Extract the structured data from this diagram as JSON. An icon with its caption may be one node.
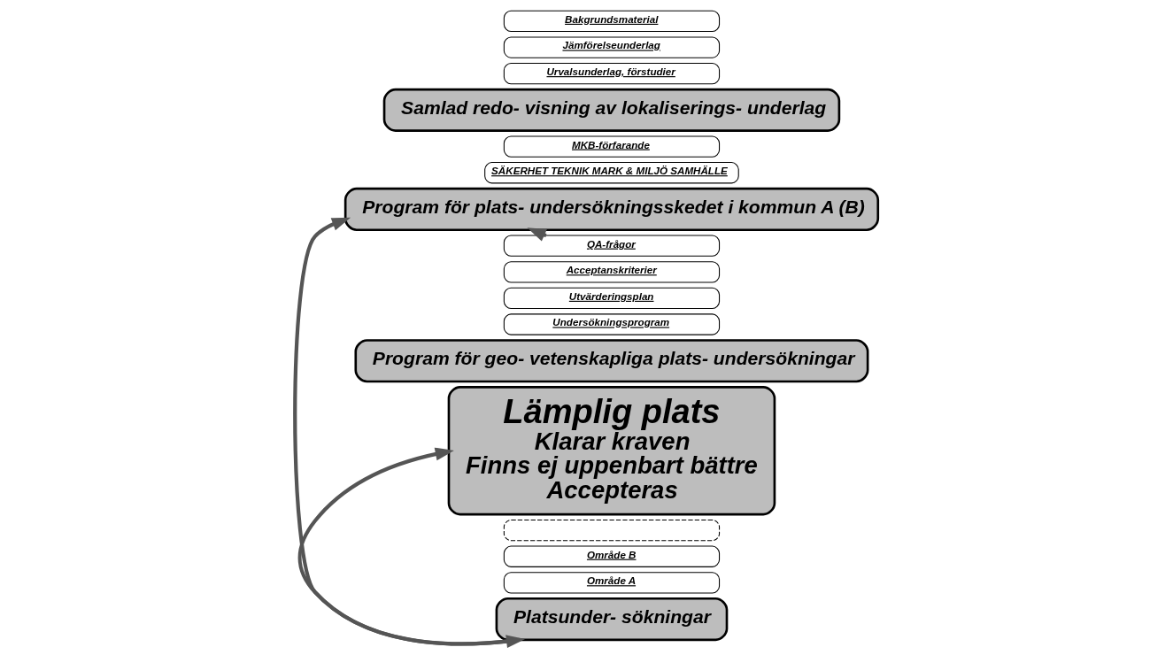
{
  "diagram": {
    "nodes": [
      {
        "text": [
          "Bakgrundsmaterial"
        ]
      },
      {
        "text": [
          "Jämförelseunderlag"
        ]
      },
      {
        "text": [
          "Urvalsunderlag, förstudier"
        ]
      },
      {
        "text": [
          "Samlad redo- visning av lokaliserings- underlag"
        ]
      },
      {
        "text": [
          "MKB-förfarande"
        ]
      },
      {
        "text": [
          "SÄKERHET TEKNIK MARK & MILJÖ SAMHÄLLE"
        ]
      },
      {
        "text": [
          "Program för plats- undersökningsskedet i kommun A (B)"
        ]
      },
      {
        "text": [],
        "shape": "box"
      },
      {
        "text": [
          "Område B"
        ]
      },
      {
        "text": [
          "Område A"
        ]
      },
      {
        "text": [
          "Platsunder- sökningar"
        ]
      },
      {
        "text": [
          "Lämplig plats",
          "Klarar kraven",
          "Finns ej uppenbart bättre",
          "Accepteras"
        ]
      },
      {
        "text": [
          "QA-frågor"
        ]
      },
      {
        "text": [
          "Acceptanskriterier"
        ]
      },
      {
        "text": [
          "Utvärderingsplan"
        ]
      },
      {
        "text": [
          "Undersökningsprogram"
        ]
      },
      {
        "text": [
          "Program för geo- vetenskapliga plats- undersökningar"
        ]
      }
    ],
    "edges": [
      {
        "from": 6,
        "to": 10,
        "arrow": "both"
      },
      {
        "from": 10,
        "to": 11,
        "arrow": "to"
      },
      {
        "from": 12,
        "to": 6,
        "arrow": "to"
      }
    ]
  }
}
